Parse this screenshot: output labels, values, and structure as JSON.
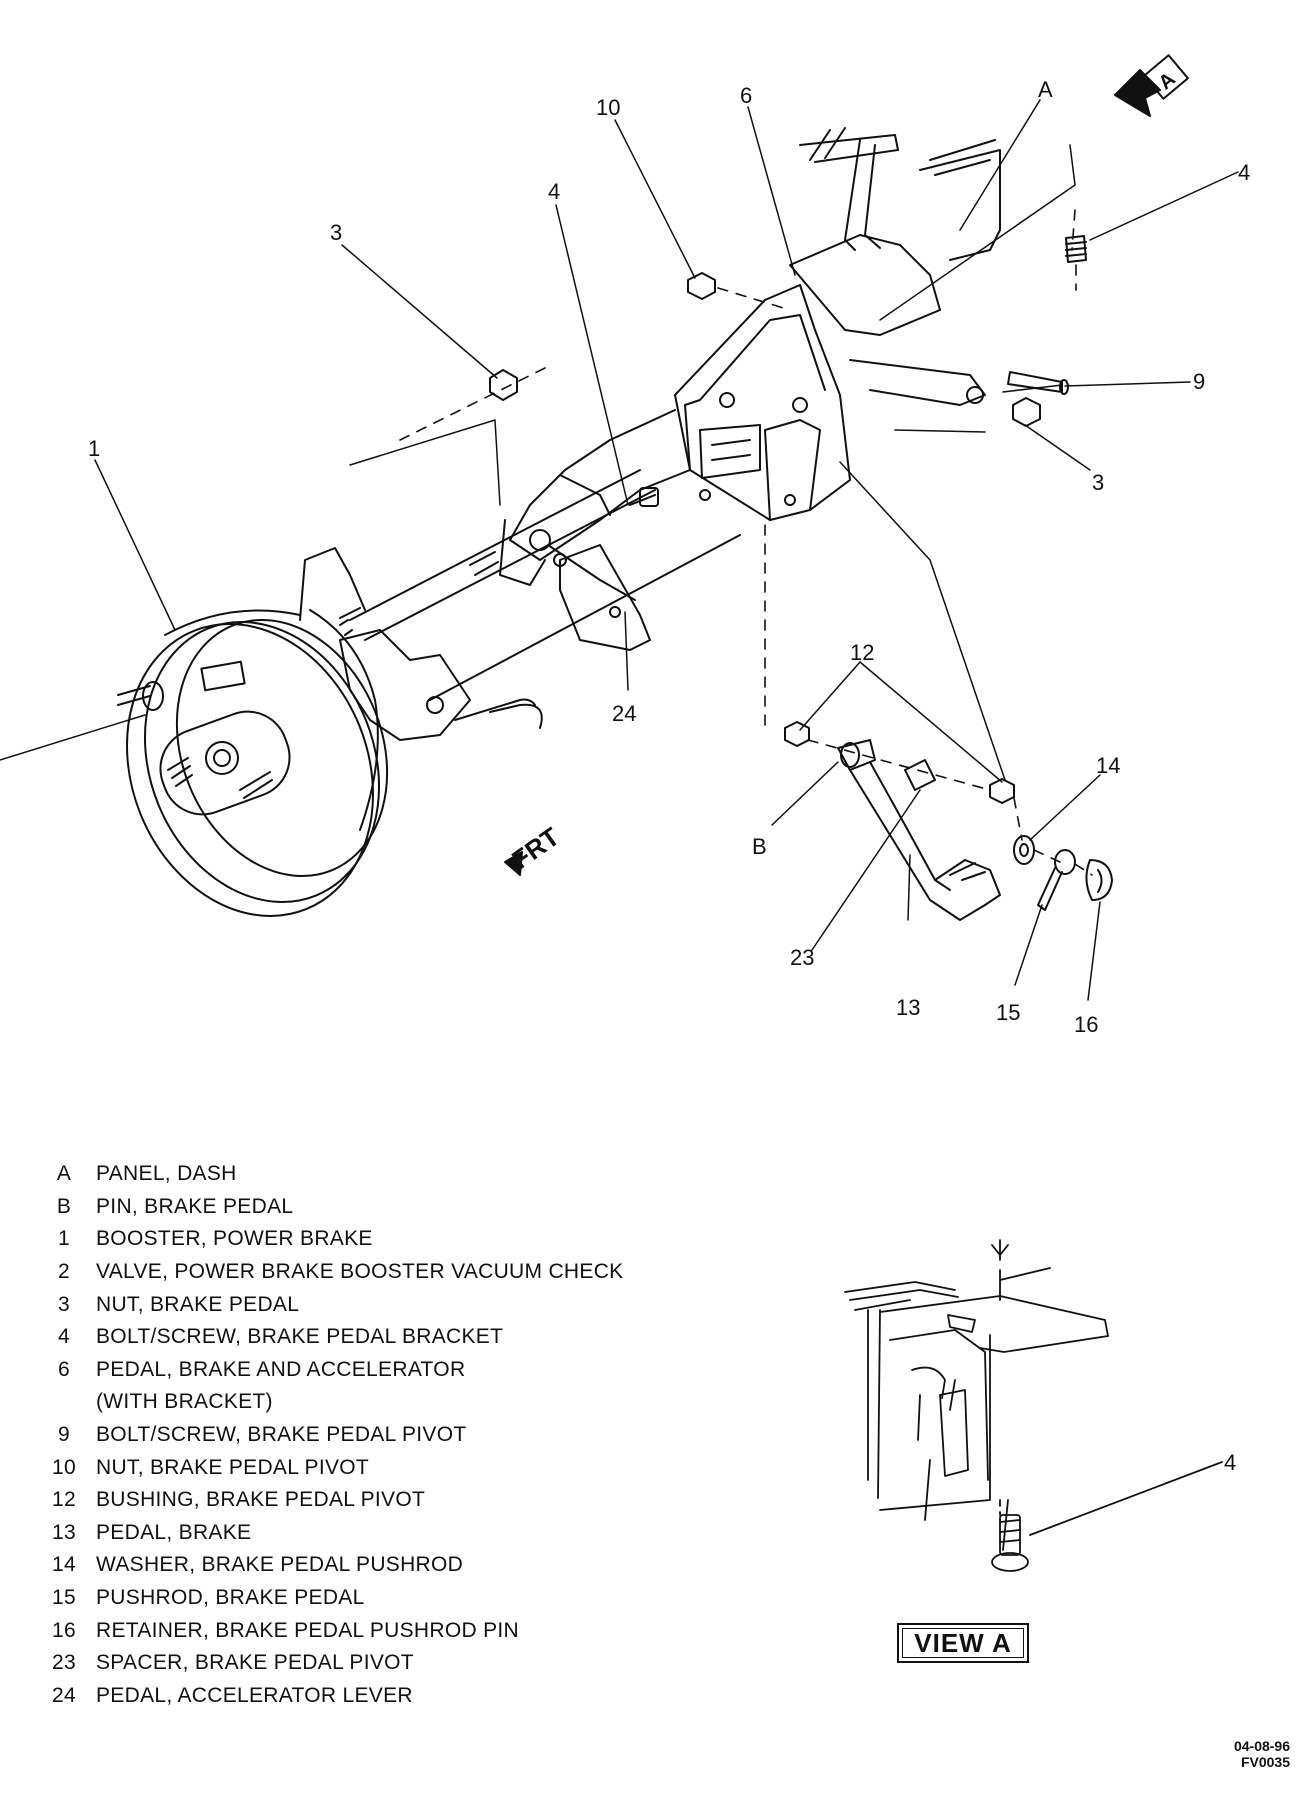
{
  "callouts": {
    "c10": "10",
    "c6": "6",
    "cA": "A",
    "c4_top": "4",
    "c4_right": "4",
    "c3_top": "3",
    "c1": "1",
    "c9": "9",
    "c3_right": "3",
    "c24": "24",
    "c12": "12",
    "c14": "14",
    "cB": "B",
    "c23": "23",
    "c13": "13",
    "c15": "15",
    "c16": "16",
    "c4_view": "4",
    "view_a_tag": "A",
    "frt": "FRT"
  },
  "legend": [
    {
      "key": "A",
      "text": "PANEL, DASH"
    },
    {
      "key": "B",
      "text": "PIN, BRAKE PEDAL"
    },
    {
      "key": "1",
      "text": "BOOSTER, POWER BRAKE"
    },
    {
      "key": "2",
      "text": "VALVE, POWER BRAKE BOOSTER VACUUM CHECK"
    },
    {
      "key": "3",
      "text": "NUT, BRAKE PEDAL"
    },
    {
      "key": "4",
      "text": "BOLT/SCREW, BRAKE PEDAL BRACKET"
    },
    {
      "key": "6",
      "text": "PEDAL, BRAKE AND ACCELERATOR"
    },
    {
      "key": "",
      "text": "(WITH BRACKET)"
    },
    {
      "key": "9",
      "text": "BOLT/SCREW, BRAKE PEDAL PIVOT"
    },
    {
      "key": "10",
      "text": "NUT, BRAKE PEDAL PIVOT"
    },
    {
      "key": "12",
      "text": "BUSHING, BRAKE PEDAL PIVOT"
    },
    {
      "key": "13",
      "text": "PEDAL, BRAKE"
    },
    {
      "key": "14",
      "text": "WASHER, BRAKE PEDAL PUSHROD"
    },
    {
      "key": "15",
      "text": "PUSHROD, BRAKE PEDAL"
    },
    {
      "key": "16",
      "text": "RETAINER, BRAKE PEDAL PUSHROD PIN"
    },
    {
      "key": "23",
      "text": "SPACER, BRAKE PEDAL PIVOT"
    },
    {
      "key": "24",
      "text": "PEDAL, ACCELERATOR LEVER"
    }
  ],
  "view_label": "VIEW A",
  "stamp": {
    "date": "04-08-96",
    "code": "FV0035"
  }
}
